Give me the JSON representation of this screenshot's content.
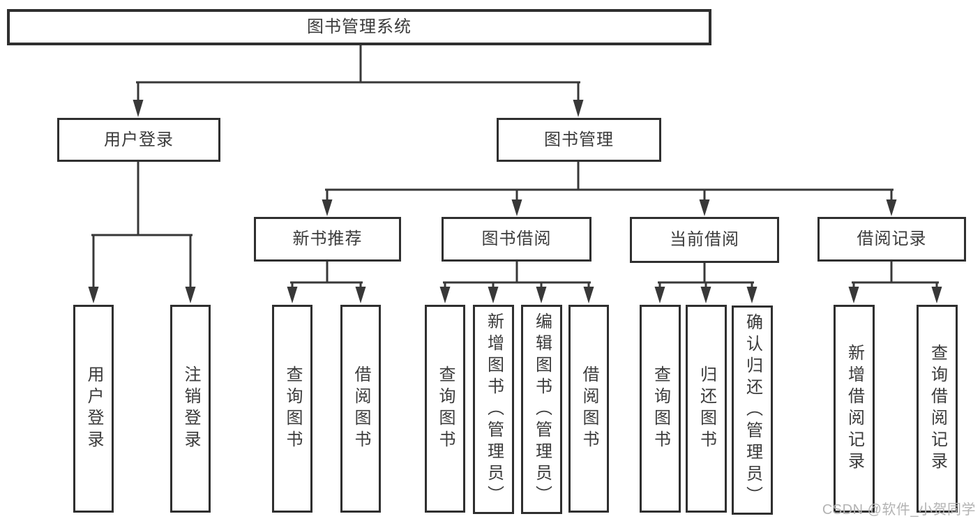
{
  "diagram": {
    "watermark": "CSDN @软件_小贺同学",
    "colors": {
      "line": "#383838",
      "box_border": "#2f2f2f",
      "text": "#3b3b3b",
      "background": "#ffffff",
      "watermark": "#b3b3b3"
    },
    "tree": {
      "label": "图书管理系统",
      "children": [
        {
          "label": "用户登录",
          "children": [
            {
              "label": "用户登录"
            },
            {
              "label": "注销登录"
            }
          ]
        },
        {
          "label": "图书管理",
          "children": [
            {
              "label": "新书推荐",
              "children": [
                {
                  "label": "查询图书"
                },
                {
                  "label": "借阅图书"
                }
              ]
            },
            {
              "label": "图书借阅",
              "children": [
                {
                  "label": "查询图书"
                },
                {
                  "label": "新增图书（管理员）"
                },
                {
                  "label": "编辑图书（管理员）"
                },
                {
                  "label": "借阅图书"
                }
              ]
            },
            {
              "label": "当前借阅",
              "children": [
                {
                  "label": "查询图书"
                },
                {
                  "label": "归还图书"
                },
                {
                  "label": "确认归还（管理员）"
                }
              ]
            },
            {
              "label": "借阅记录",
              "children": [
                {
                  "label": "新增借阅记录"
                },
                {
                  "label": "查询借阅记录"
                }
              ]
            }
          ]
        }
      ]
    }
  }
}
